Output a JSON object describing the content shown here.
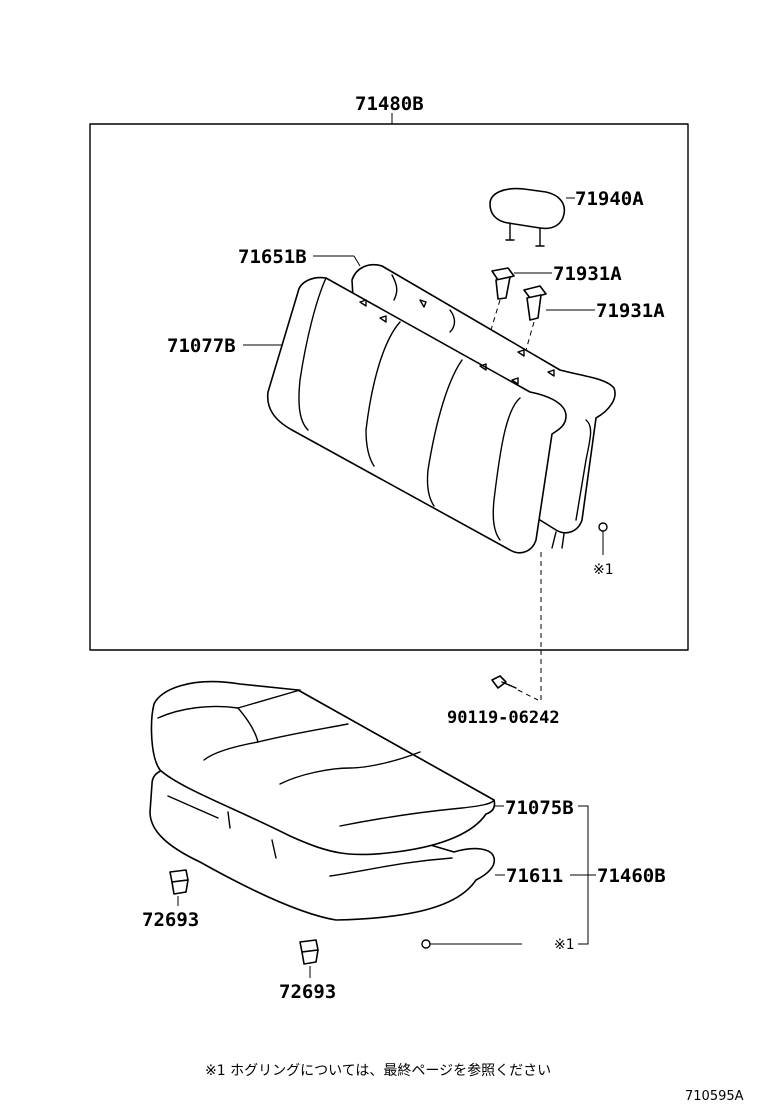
{
  "parts": {
    "seatback_assy": "71480B",
    "headrest": "71940A",
    "headrest_support_1": "71931A",
    "headrest_support_2": "71931A",
    "seatback_pad": "71651B",
    "seatback_cover": "71077B",
    "bolt": "90119-06242",
    "cushion_cover": "71075B",
    "cushion_pad": "71611",
    "cushion_assy": "71460B",
    "clip_1": "72693",
    "clip_2": "72693"
  },
  "markers": {
    "hog_ring_1": "※1",
    "hog_ring_2": "※1"
  },
  "footnote": "※1  ホグリングについては、最終ページを参照ください",
  "diagram_ref": "710595A"
}
